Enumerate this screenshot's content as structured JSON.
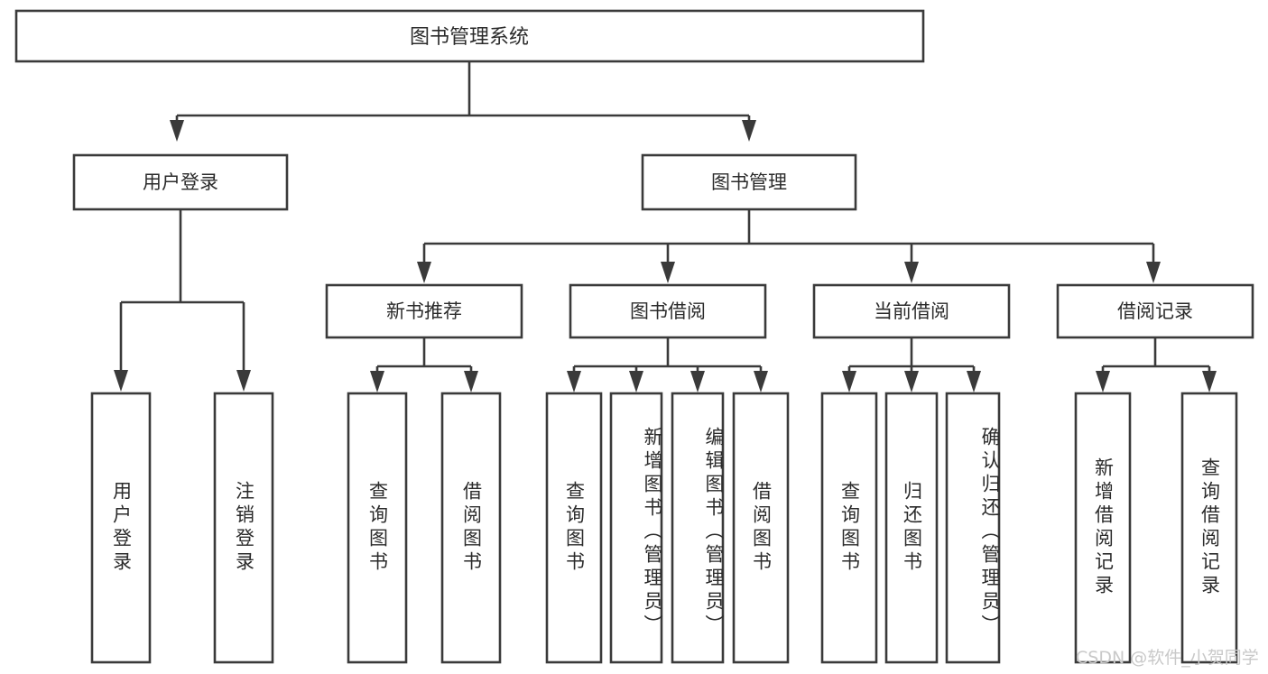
{
  "diagram": {
    "type": "tree-hierarchy-flowchart",
    "title": "图书管理系统",
    "colors": {
      "background": "#ffffff",
      "box_stroke": "#3a3a3a",
      "box_fill": "#ffffff",
      "text": "#2b2b2b",
      "watermark": "#c9c9c9"
    },
    "root": {
      "label": "图书管理系统"
    },
    "level2": [
      {
        "label": "用户登录"
      },
      {
        "label": "图书管理"
      }
    ],
    "level3": [
      {
        "label": "新书推荐"
      },
      {
        "label": "图书借阅"
      },
      {
        "label": "当前借阅"
      },
      {
        "label": "借阅记录"
      }
    ],
    "leaves": {
      "user_login": [
        {
          "label": "用户登录"
        },
        {
          "label": "注销登录"
        }
      ],
      "new_book_recommend": [
        {
          "label": "查询图书"
        },
        {
          "label": "借阅图书"
        }
      ],
      "book_borrow": [
        {
          "label": "查询图书"
        },
        {
          "label": "新增图书（管理员）"
        },
        {
          "label": "编辑图书（管理员）"
        },
        {
          "label": "借阅图书"
        }
      ],
      "current_borrow": [
        {
          "label": "查询图书"
        },
        {
          "label": "归还图书"
        },
        {
          "label": "确认归还（管理员）"
        }
      ],
      "borrow_record": [
        {
          "label": "新增借阅记录"
        },
        {
          "label": "查询借阅记录"
        }
      ]
    },
    "watermark": "CSDN @软件_小贺同学"
  }
}
